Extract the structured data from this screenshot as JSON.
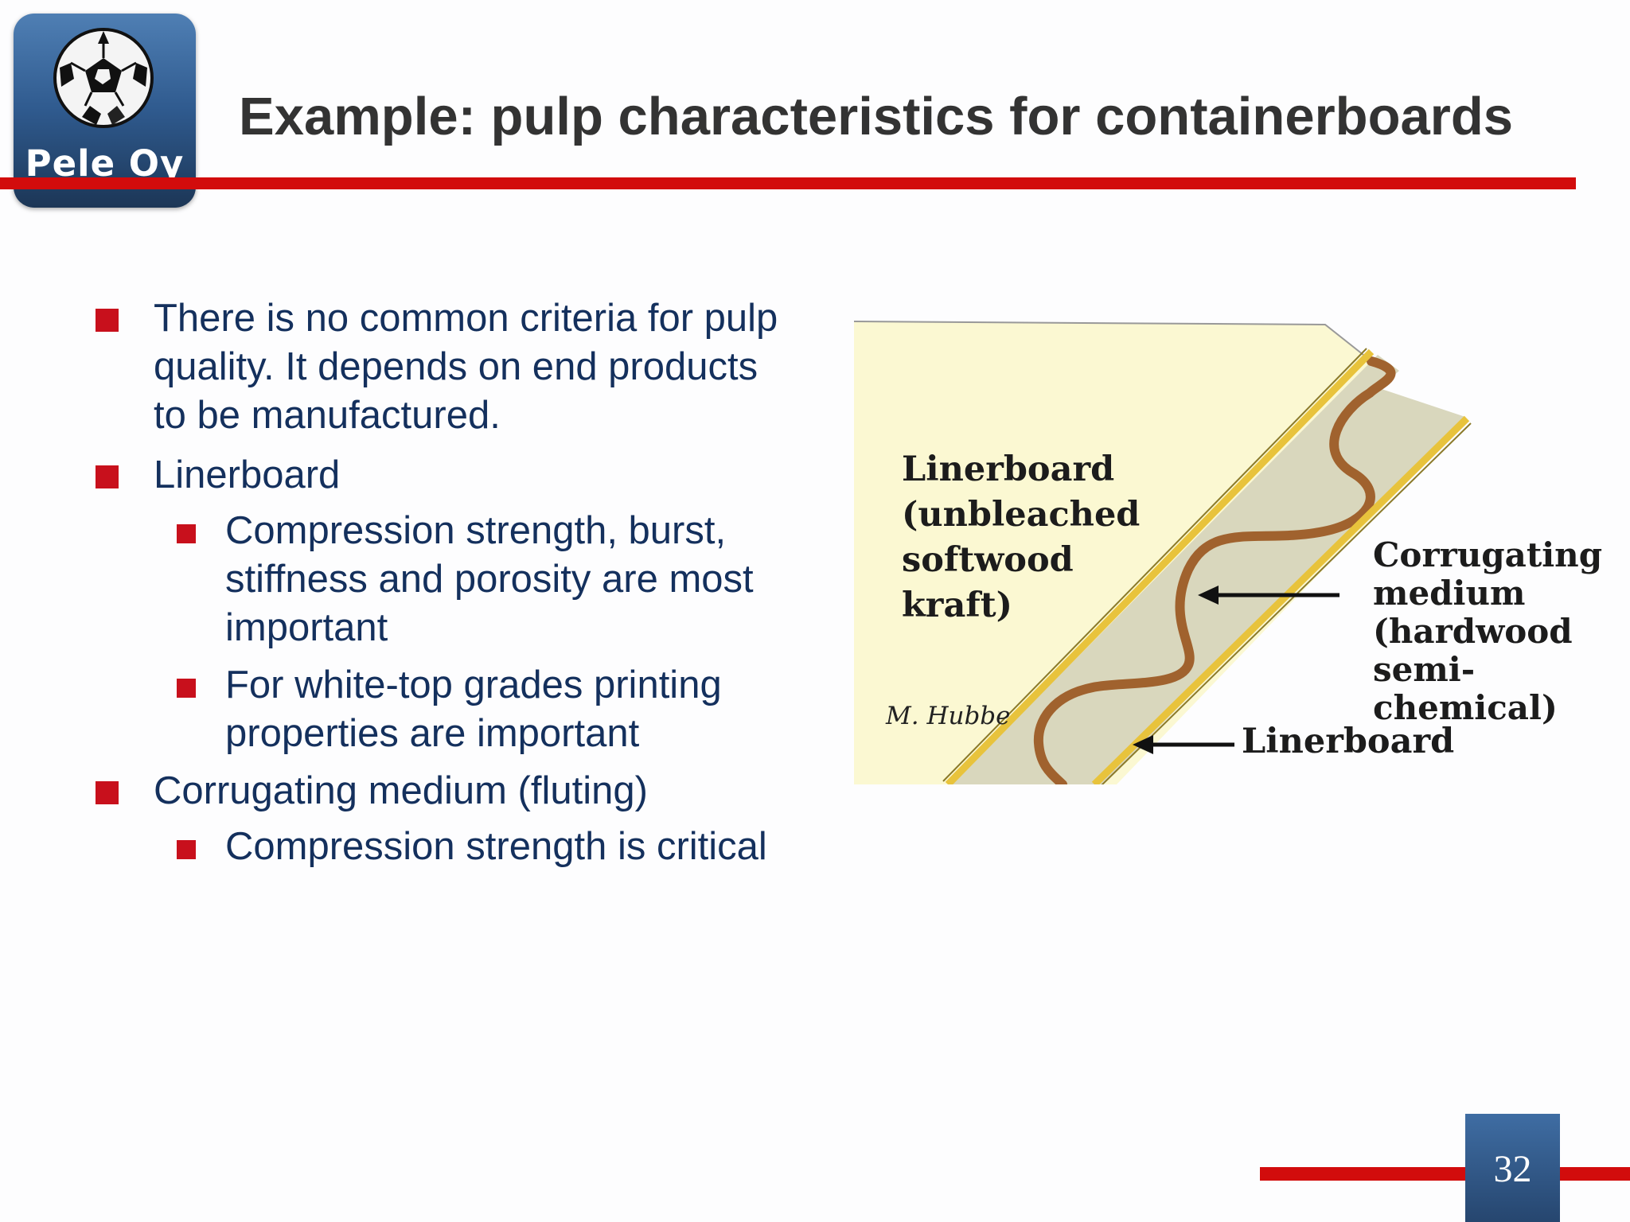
{
  "logo": {
    "text": "Pele Oy"
  },
  "title": "Example: pulp characteristics for containerboards",
  "bullets": [
    {
      "level": 1,
      "text": "There is no common criteria for pulp\nquality. It depends on end products\nto be manufactured."
    },
    {
      "level": 1,
      "text": "Linerboard"
    },
    {
      "level": 2,
      "text": "Compression strength, burst,\nstiffness and porosity are most\nimportant"
    },
    {
      "level": 2,
      "text": "For white-top grades printing\nproperties are important"
    },
    {
      "level": 1,
      "text": "Corrugating medium (fluting)"
    },
    {
      "level": 2,
      "text": "Compression strength is critical"
    }
  ],
  "figure": {
    "label_linerboard_top": "Linerboard\n(unbleached\nsoftwood\nkraft)",
    "label_medium": "Corrugating\nmedium\n(hardwood\nsemi-chemical)",
    "label_linerboard_bottom": "Linerboard",
    "credit": "M. Hubbe",
    "colors": {
      "board": "#fbf8d2",
      "liner": "#e8c33c",
      "medium": "#a0622e",
      "gap": "#d8d6bd"
    }
  },
  "page_number": "32",
  "colors": {
    "accent_red": "#d20c0c",
    "bullet_red": "#c8101c",
    "text_navy": "#14305d",
    "title_gray": "#333333"
  }
}
